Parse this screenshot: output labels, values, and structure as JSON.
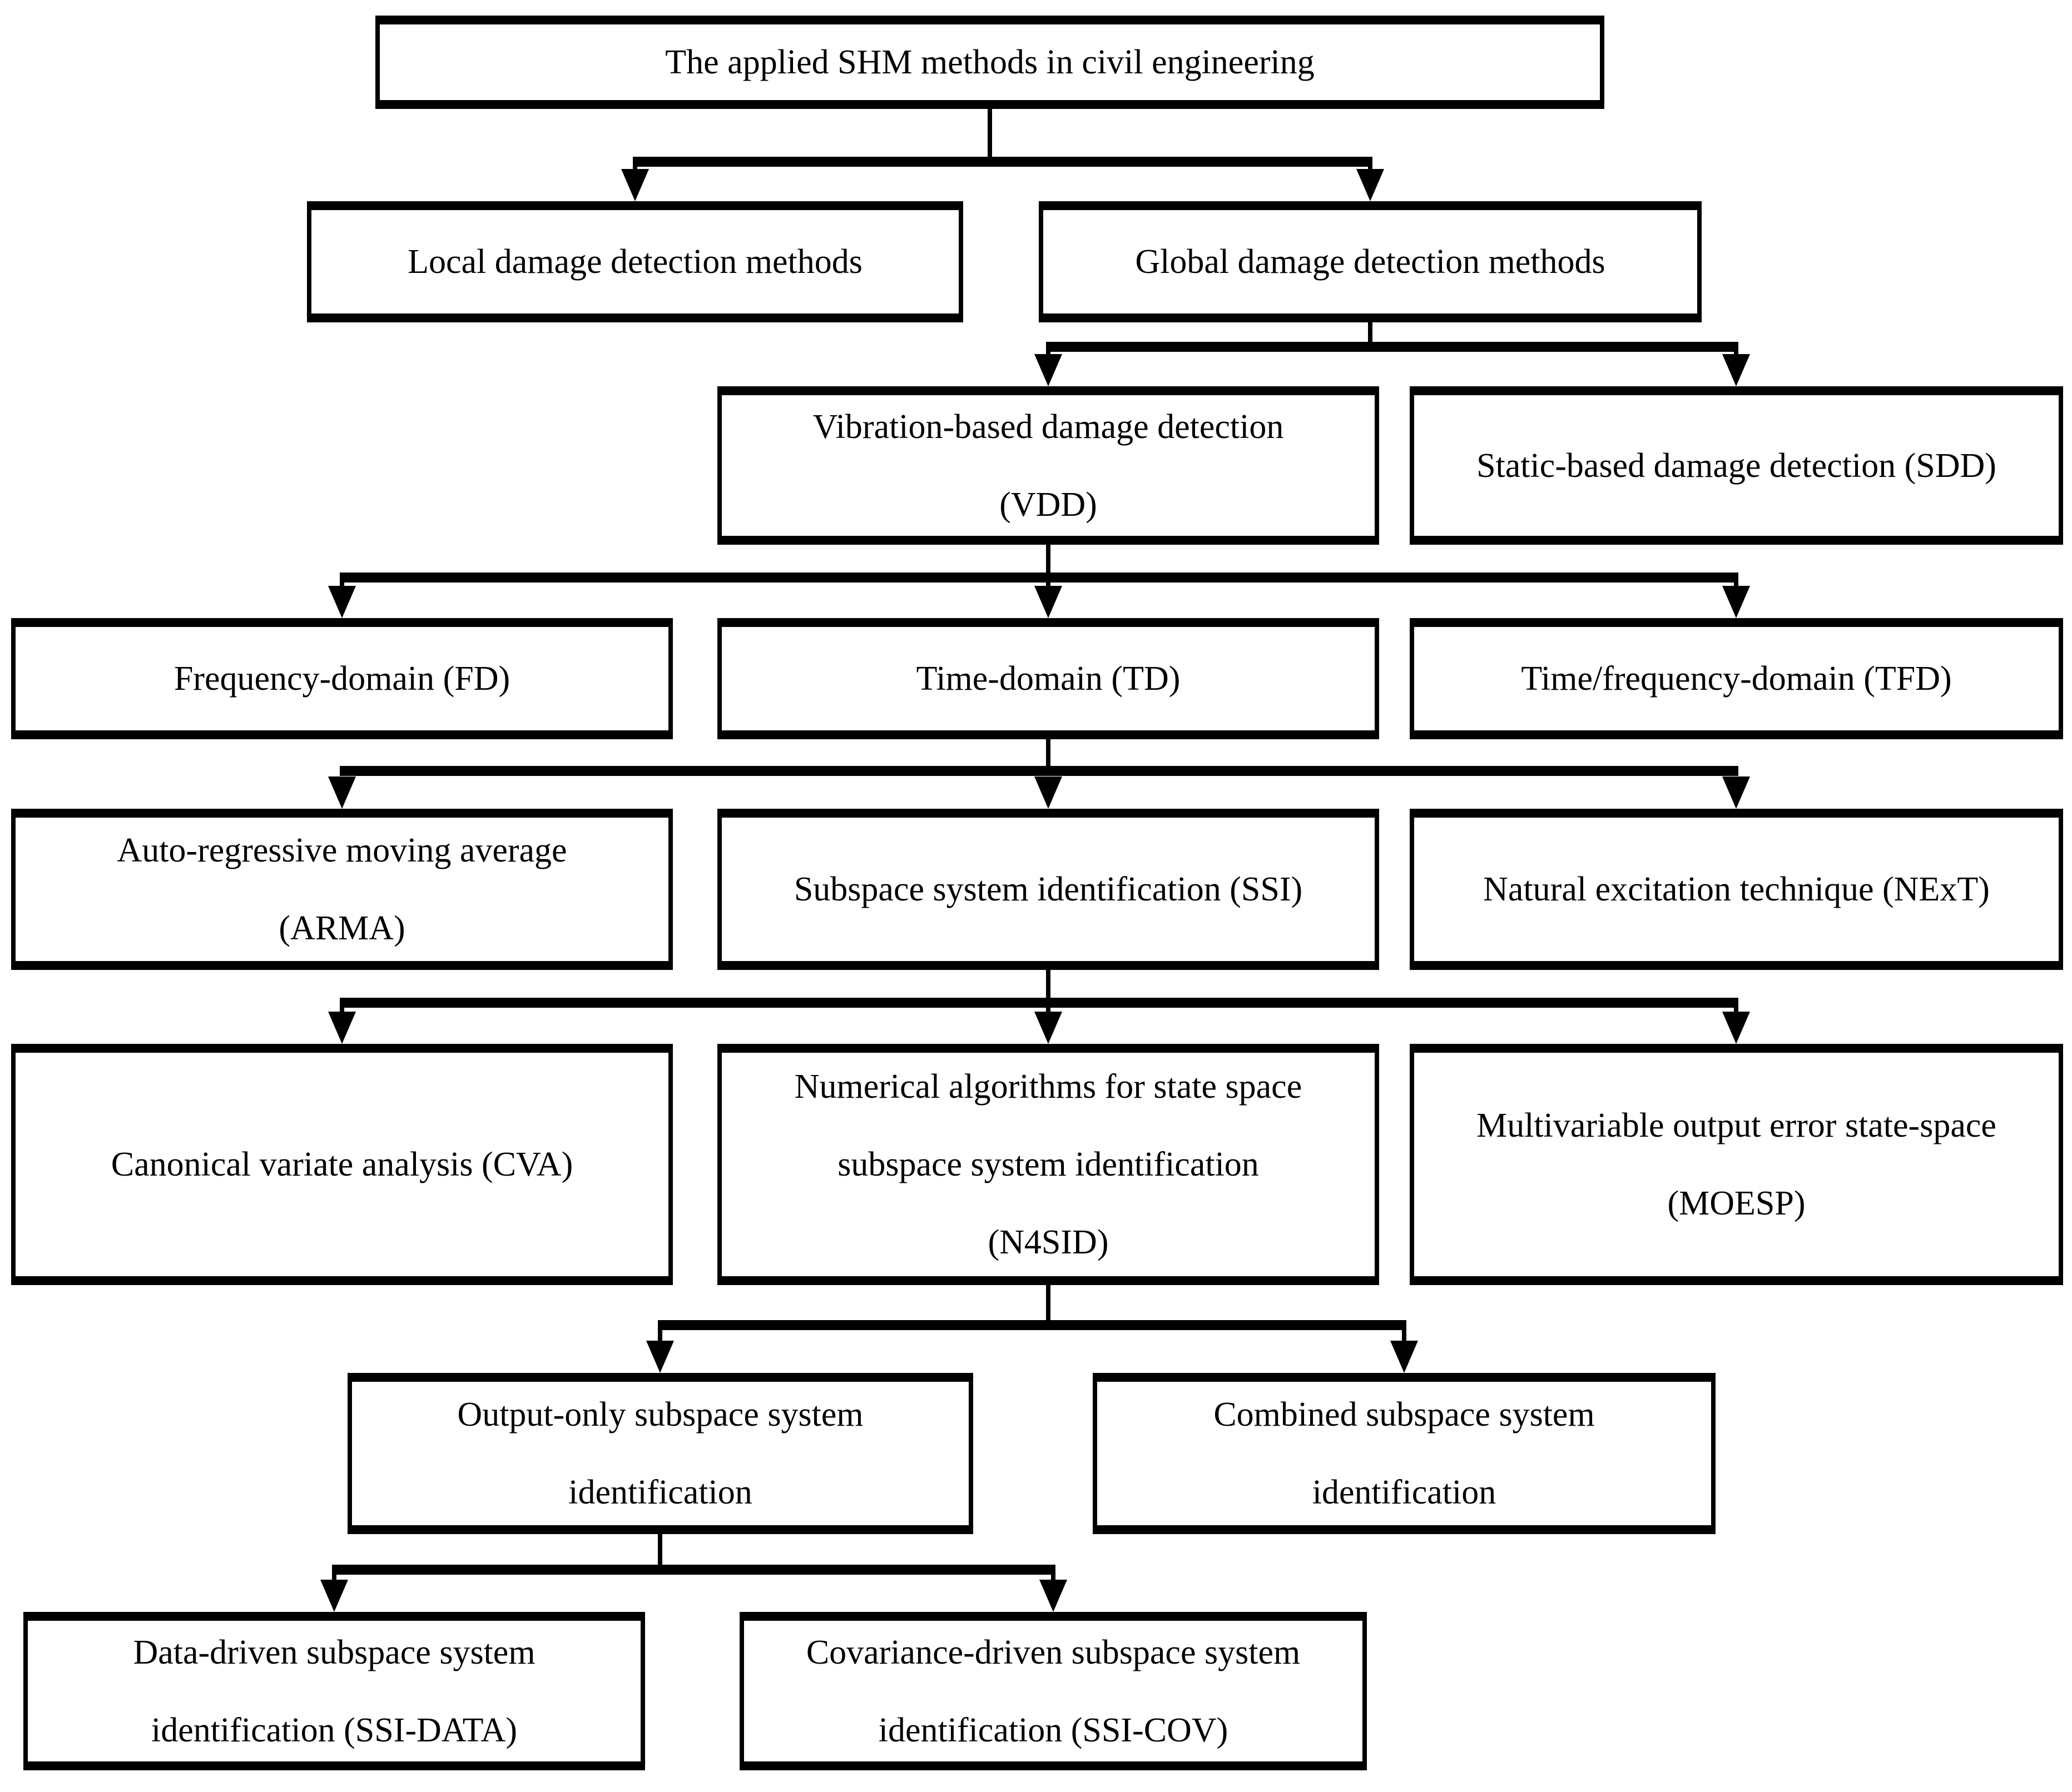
{
  "figure": {
    "type": "flowchart",
    "title": "The applied SHM methods in civil engineering",
    "background_color": "#ffffff",
    "line_color": "#000000",
    "text_color": "#000000"
  },
  "nodes": {
    "root": {
      "label": "The applied SHM methods in civil engineering",
      "lines": [
        "The applied SHM methods in civil engineering"
      ]
    },
    "local": {
      "label": "Local damage detection methods",
      "lines": [
        "Local damage detection methods"
      ]
    },
    "global": {
      "label": "Global damage detection methods",
      "lines": [
        "Global damage detection methods"
      ]
    },
    "vdd": {
      "label": "Vibration-based damage detection (VDD)",
      "lines": [
        "Vibration-based damage detection",
        "(VDD)"
      ]
    },
    "sdd": {
      "label": "Static-based damage detection (SDD)",
      "lines": [
        "Static-based damage detection (SDD)"
      ]
    },
    "fd": {
      "label": "Frequency-domain (FD)",
      "lines": [
        "Frequency-domain (FD)"
      ]
    },
    "td": {
      "label": "Time-domain (TD)",
      "lines": [
        "Time-domain (TD)"
      ]
    },
    "tfd": {
      "label": "Time/frequency-domain (TFD)",
      "lines": [
        "Time/frequency-domain (TFD)"
      ]
    },
    "arma": {
      "label": "Auto-regressive moving average (ARMA)",
      "lines": [
        "Auto-regressive moving average",
        "(ARMA)"
      ]
    },
    "ssi": {
      "label": "Subspace system identification (SSI)",
      "lines": [
        "Subspace system identification (SSI)"
      ]
    },
    "next": {
      "label": "Natural excitation technique (NExT)",
      "lines": [
        "Natural excitation technique (NExT)"
      ]
    },
    "cva": {
      "label": "Canonical variate analysis (CVA)",
      "lines": [
        "Canonical variate analysis (CVA)"
      ]
    },
    "n4sid": {
      "label": "Numerical algorithms for state space subspace system identification (N4SID)",
      "lines": [
        "Numerical algorithms for state space",
        "subspace system identification",
        "(N4SID)"
      ]
    },
    "moesp": {
      "label": "Multivariable output error state-space (MOESP)",
      "lines": [
        "Multivariable output error state-space",
        "(MOESP)"
      ]
    },
    "output_only": {
      "label": "Output-only subspace system identification",
      "lines": [
        "Output-only subspace system",
        "identification"
      ]
    },
    "combined": {
      "label": "Combined subspace system identification",
      "lines": [
        "Combined subspace system",
        "identification"
      ]
    },
    "ssi_data": {
      "label": "Data-driven subspace system identification (SSI-DATA)",
      "lines": [
        "Data-driven subspace system",
        "identification (SSI-DATA)"
      ]
    },
    "ssi_cov": {
      "label": "Covariance-driven subspace system identification (SSI-COV)",
      "lines": [
        "Covariance-driven subspace system",
        "identification (SSI-COV)"
      ]
    }
  },
  "edges": [
    {
      "from": "root",
      "to": [
        "local",
        "global"
      ]
    },
    {
      "from": "global",
      "to": [
        "vdd",
        "sdd"
      ]
    },
    {
      "from": "vdd",
      "to": [
        "fd",
        "td",
        "tfd"
      ]
    },
    {
      "from": "td",
      "to": [
        "arma",
        "ssi",
        "next"
      ]
    },
    {
      "from": "ssi",
      "to": [
        "cva",
        "n4sid",
        "moesp"
      ]
    },
    {
      "from": "n4sid",
      "to": [
        "output_only",
        "combined"
      ]
    },
    {
      "from": "output_only",
      "to": [
        "ssi_data",
        "ssi_cov"
      ]
    }
  ]
}
